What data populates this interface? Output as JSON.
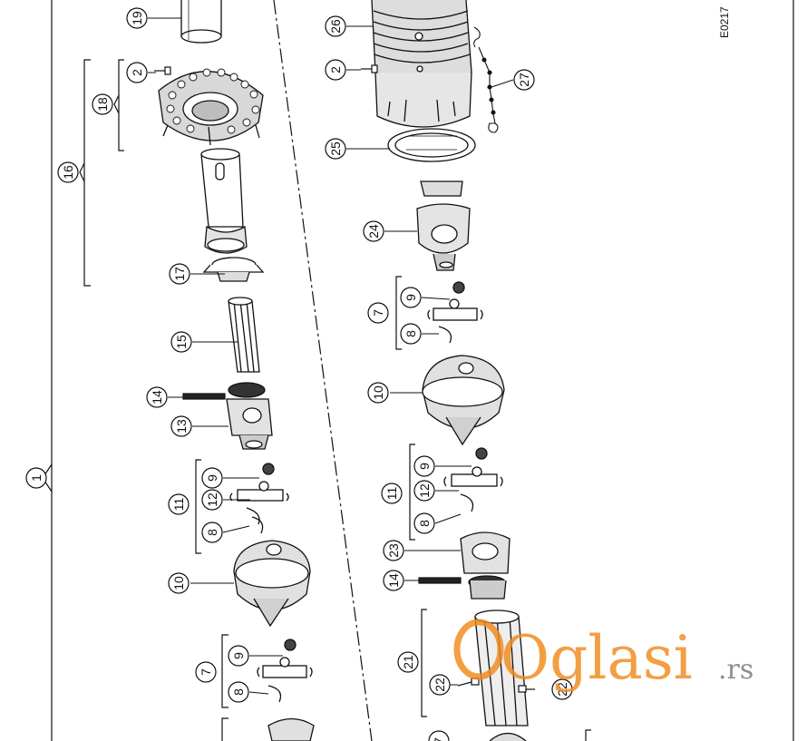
{
  "diagram": {
    "drawing_code": "E0217",
    "callouts": [
      {
        "id": "c1",
        "label": "1"
      },
      {
        "id": "c2a",
        "label": "2"
      },
      {
        "id": "c2b",
        "label": "2"
      },
      {
        "id": "c7a",
        "label": "7"
      },
      {
        "id": "c7b",
        "label": "7"
      },
      {
        "id": "c7c",
        "label": "7"
      },
      {
        "id": "c8a",
        "label": "8"
      },
      {
        "id": "c8b",
        "label": "8"
      },
      {
        "id": "c8c",
        "label": "8"
      },
      {
        "id": "c8d",
        "label": "8"
      },
      {
        "id": "c9a",
        "label": "9"
      },
      {
        "id": "c9b",
        "label": "9"
      },
      {
        "id": "c9c",
        "label": "9"
      },
      {
        "id": "c9d",
        "label": "9"
      },
      {
        "id": "c10a",
        "label": "10"
      },
      {
        "id": "c10b",
        "label": "10"
      },
      {
        "id": "c11a",
        "label": "11"
      },
      {
        "id": "c11b",
        "label": "11"
      },
      {
        "id": "c12a",
        "label": "12"
      },
      {
        "id": "c12b",
        "label": "12"
      },
      {
        "id": "c13",
        "label": "13"
      },
      {
        "id": "c14a",
        "label": "14"
      },
      {
        "id": "c14b",
        "label": "14"
      },
      {
        "id": "c15",
        "label": "15"
      },
      {
        "id": "c16",
        "label": "16"
      },
      {
        "id": "c17",
        "label": "17"
      },
      {
        "id": "c18",
        "label": "18"
      },
      {
        "id": "c19",
        "label": "19"
      },
      {
        "id": "c21",
        "label": "21"
      },
      {
        "id": "c22a",
        "label": "22"
      },
      {
        "id": "c22b",
        "label": "22"
      },
      {
        "id": "c23",
        "label": "23"
      },
      {
        "id": "c24",
        "label": "24"
      },
      {
        "id": "c25",
        "label": "25"
      },
      {
        "id": "c26",
        "label": "26"
      },
      {
        "id": "c27",
        "label": "27"
      }
    ]
  },
  "watermark": {
    "text": "Oglasi",
    "suffix": ".rs"
  }
}
